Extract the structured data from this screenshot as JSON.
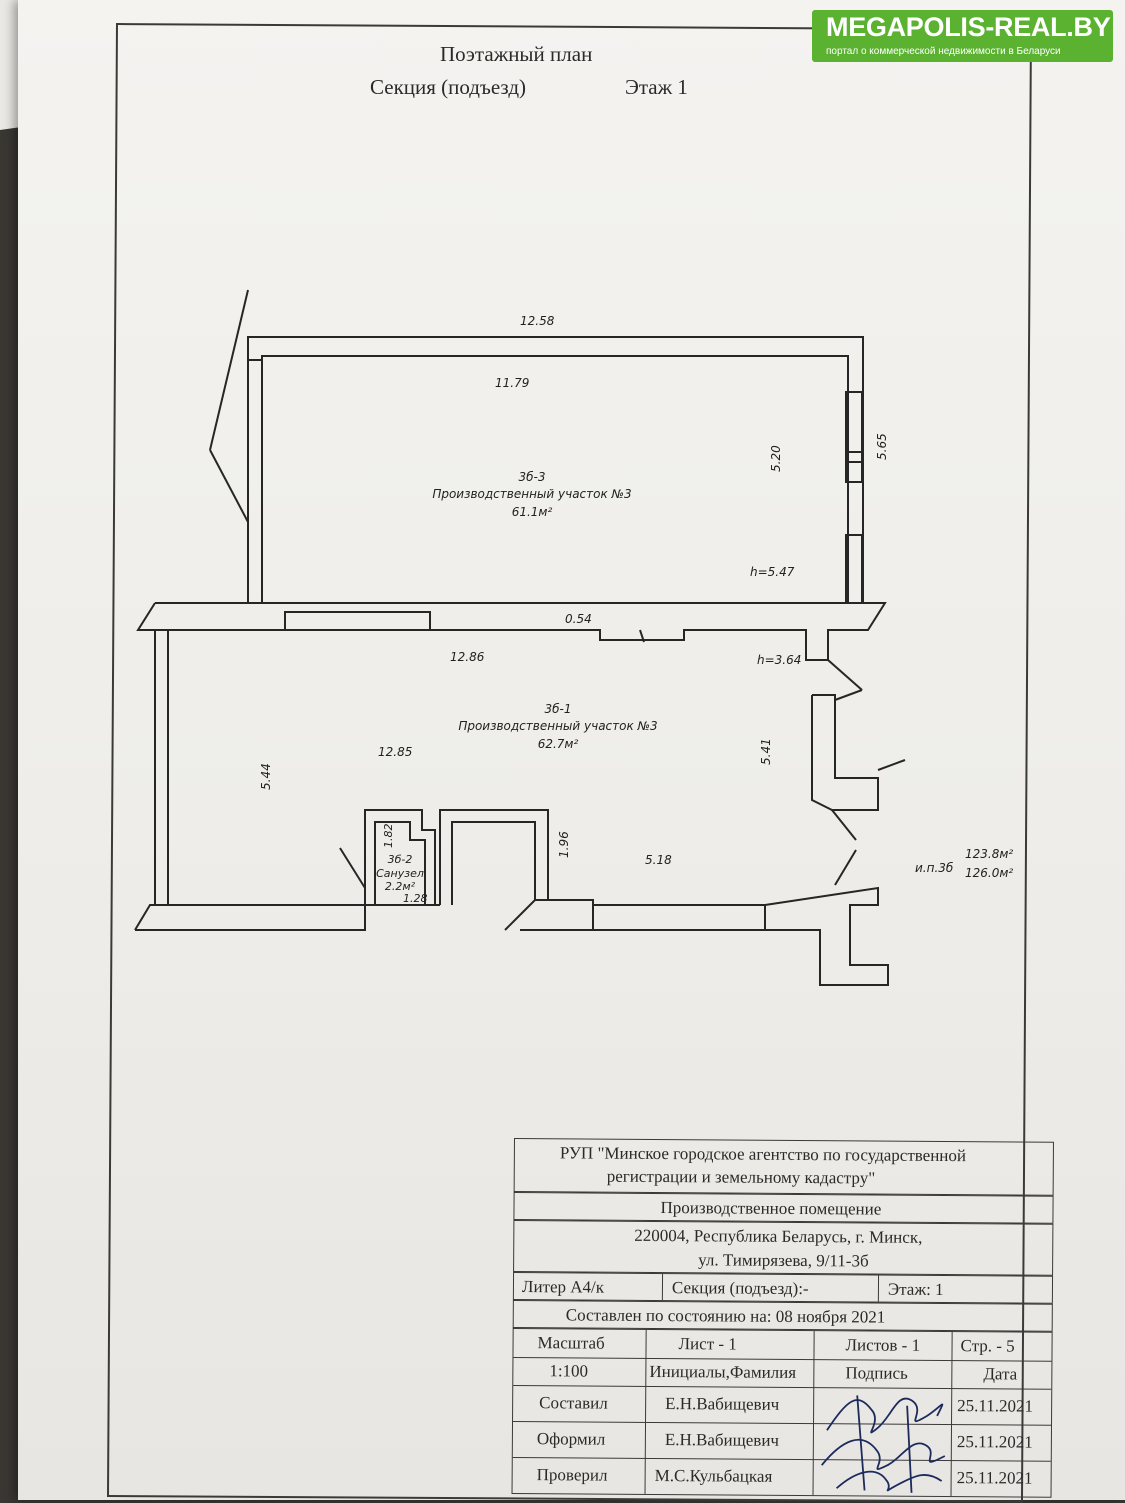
{
  "header": {
    "title": "Поэтажный план",
    "section_label": "Секция (подъезд)",
    "floor_label": "Этаж  1"
  },
  "watermark": {
    "brand": "MEGAPOLIS-REAL.BY",
    "tagline": "портал о коммерческой недвижимости в Беларуси",
    "color": "#5bb231"
  },
  "plan": {
    "dims": {
      "top_outer": "12.58",
      "top_inner": "11.79",
      "right_inner": "5.20",
      "right_outer": "5.65",
      "wall_gap": "0.54",
      "lower_width": "12.86",
      "lower_inner": "12.85",
      "left_height": "5.44",
      "right_height": "5.41",
      "wc_height": "1.82",
      "wc_width": "1.28",
      "corridor_height": "1.96",
      "bottom_right": "5.18"
    },
    "rooms": {
      "upper": {
        "code": "3б-3",
        "name": "Производственный участок №3",
        "area": "61.1м²",
        "height": "h=5.47"
      },
      "lower": {
        "code": "3б-1",
        "name": "Производственный участок №3",
        "area": "62.7м²",
        "height": "h=3.64"
      },
      "wc": {
        "code": "3б-2",
        "name": "Санузел",
        "area": "2.2м²"
      }
    },
    "totals": {
      "label": "и.п.3б",
      "area1": "123.8м²",
      "area2": "126.0м²"
    }
  },
  "stamp": {
    "org_line1": "РУП \"Минское городское агентство по государственной",
    "org_line2": "регистрации и земельному кадастру\"",
    "object": "Производственное помещение",
    "addr1": "220004, Республика Беларусь, г. Минск,",
    "addr2": "ул. Тимирязева, 9/11-3б",
    "liter": "Литер А4/к",
    "section": "Секция (подъезд):-",
    "floor": "Этаж: 1",
    "compiled": "Составлен по состоянию на: 08 ноября 2021",
    "scale_h": "Масштаб",
    "sheet": "Лист - 1",
    "sheets": "Листов - 1",
    "page": "Стр. - 5",
    "scale": "1:100",
    "col_name": "Инициалы,Фамилия",
    "col_sign": "Подпись",
    "col_date": "Дата",
    "rows": [
      {
        "role": "Составил",
        "name": "Е.Н.Вабищевич",
        "date": "25.11.2021"
      },
      {
        "role": "Оформил",
        "name": "Е.Н.Вабищевич",
        "date": "25.11.2021"
      },
      {
        "role": "Проверил",
        "name": "М.С.Кульбацкая",
        "date": "25.11.2021"
      }
    ]
  }
}
